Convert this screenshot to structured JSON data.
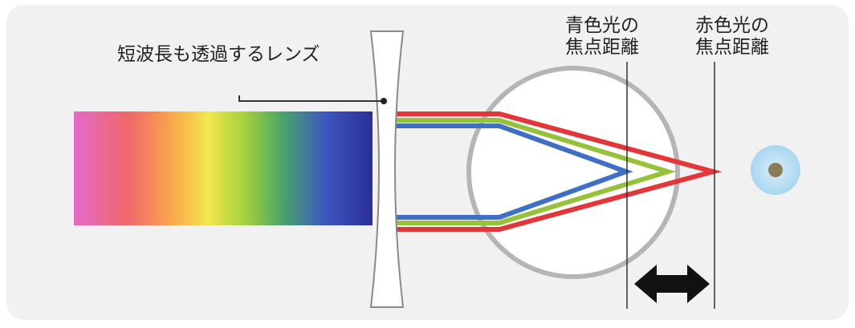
{
  "labels": {
    "lens": "短波長も透過するレンズ",
    "blue_focus_line1": "青色光の",
    "blue_focus_line2": "焦点距離",
    "red_focus_line1": "赤色光の",
    "red_focus_line2": "焦点距離"
  },
  "colors": {
    "background_panel": "#f1f1f1",
    "lens_fill": "#ffffff",
    "lens_stroke": "#8a8a8a",
    "eye_outline": "#b5b5b5",
    "ray_red": "#e2363b",
    "ray_green": "#95c23a",
    "ray_blue": "#3f6fc4",
    "guide_line": "#333333",
    "arrow": "#111111",
    "pupil_ring": "#bcdff3",
    "pupil_center": "#8a7d55"
  },
  "spectrum_colors": [
    "#e46bc8",
    "#f0676a",
    "#f8a34d",
    "#f2e84c",
    "#9fcf3d",
    "#4aa36b",
    "#3d58c0",
    "#2b2f96"
  ]
}
